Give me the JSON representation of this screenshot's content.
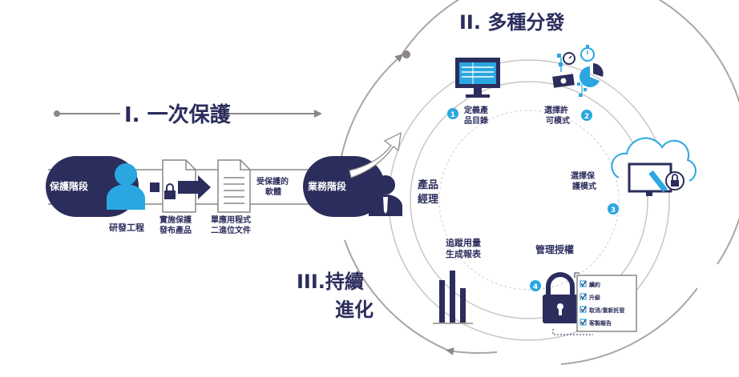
{
  "phases": {
    "one": "I. 一次保護",
    "two": "II. 多種分發",
    "three_line1": "III.持續",
    "three_line2": "進化"
  },
  "stages": {
    "protection": "保護階段",
    "business": "業務階段"
  },
  "actors": {
    "engineer": "研發工程",
    "product_manager_line1": "產品",
    "product_manager_line2": "經理"
  },
  "steps": {
    "implement_line1": "實施保護",
    "implement_line2": "發布產品",
    "binary_line1": "單應用程式",
    "binary_line2": "二進位文件",
    "protected_line1": "受保護的",
    "protected_line2": "軟體"
  },
  "cycle": [
    {
      "num": "1",
      "line1": "定義產",
      "line2": "品目錄"
    },
    {
      "num": "2",
      "line1": "選擇許",
      "line2": "可模式"
    },
    {
      "num": "3",
      "line1": "選擇保",
      "line2": "護模式"
    },
    {
      "num": "4",
      "line1": "",
      "line2": ""
    }
  ],
  "labels": {
    "manage_license": "管理授權",
    "track_line1": "追蹤用量",
    "track_line2": "生成報表"
  },
  "checklist": [
    "續約",
    "升級",
    "取消/重新託管",
    "客製報告"
  ],
  "colors": {
    "navy": "#2b2d5c",
    "blue": "#2aa7e0",
    "gray": "#8c8785",
    "circle_gray": "#a9a6a4",
    "light_gray": "#d7d5d3"
  }
}
